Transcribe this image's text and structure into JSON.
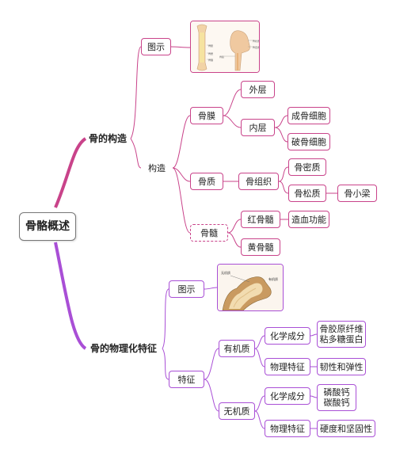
{
  "root": "骨骼概述",
  "branch1": {
    "label": "骨的构造",
    "figure": "图示",
    "structure": "构造",
    "periosteum": "骨膜",
    "outer": "外层",
    "inner": "内层",
    "osteoblast": "成骨细胞",
    "osteoclast": "破骨细胞",
    "bone_substance": "骨质",
    "bone_tissue": "骨组织",
    "compact": "骨密质",
    "spongy": "骨松质",
    "trabecula": "骨小梁",
    "marrow": "骨髓",
    "red_marrow": "红骨髓",
    "hematopoiesis": "造血功能",
    "yellow_marrow": "黄骨髓"
  },
  "branch2": {
    "label": "骨的物理化特征",
    "figure": "图示",
    "figure_labels": {
      "left": "无机质",
      "right": "有机质"
    },
    "features": "特征",
    "organic": "有机质",
    "organic_chem": "化学成分",
    "organic_chem_val": "骨胶原纤维\n粘多糖蛋白",
    "organic_phys": "物理特征",
    "organic_phys_val": "韧性和弹性",
    "inorganic": "无机质",
    "inorganic_chem": "化学成分",
    "inorganic_chem_val": "磷酸钙\n碳酸钙",
    "inorganic_phys": "物理特征",
    "inorganic_phys_val": "硬度和坚固性"
  },
  "colors": {
    "branch1": "#c9438a",
    "branch2": "#a94fd6",
    "root_border": "#777777"
  }
}
